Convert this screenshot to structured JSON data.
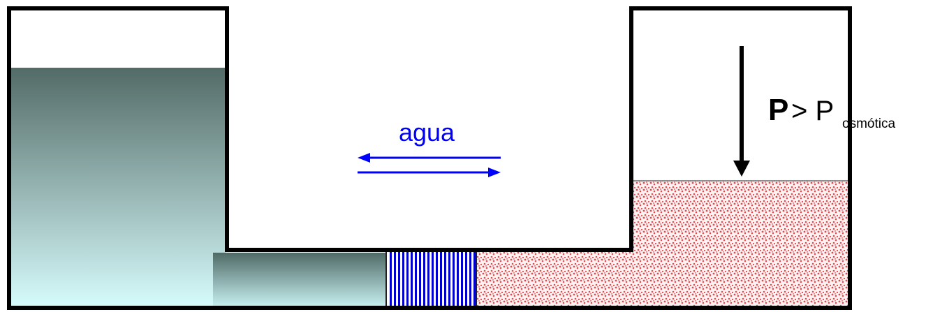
{
  "diagram": {
    "flow_label": "agua",
    "pressure": {
      "symbol": "P",
      "relation": "> P",
      "subscript": "osmótica"
    }
  },
  "colors": {
    "outline": "#000000",
    "flow_arrows": "#0000ff",
    "water_top": "#536b67",
    "water_bottom": "#d7fcfc",
    "solution_dots": "#e8484c",
    "solution_bg": "#fff2f2",
    "membrane_stripes": "#0000cc"
  },
  "icons": {
    "flow_left": "arrow-left-icon",
    "flow_right": "arrow-right-icon",
    "pressure": "arrow-down-icon"
  }
}
